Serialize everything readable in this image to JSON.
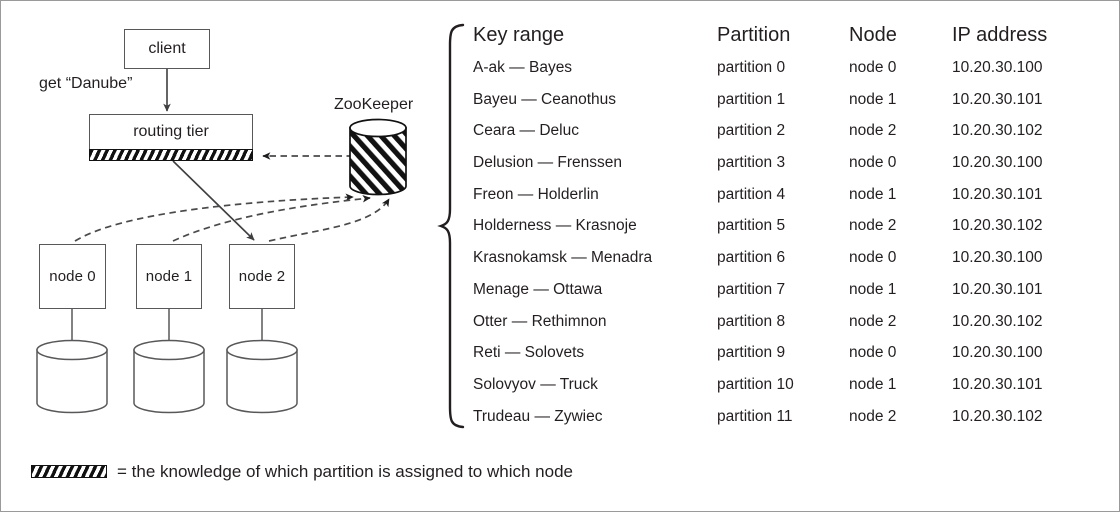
{
  "diagram": {
    "client_label": "client",
    "request_label": "get “Danube”",
    "routing_tier_label": "routing tier",
    "zookeeper_label": "ZooKeeper",
    "nodes": [
      {
        "label": "node 0"
      },
      {
        "label": "node 1"
      },
      {
        "label": "node 2"
      }
    ]
  },
  "table": {
    "headers": {
      "key_range": "Key range",
      "partition": "Partition",
      "node": "Node",
      "ip_address": "IP address"
    },
    "rows": [
      {
        "key_range": "A-ak — Bayes",
        "partition": "partition 0",
        "node": "node 0",
        "ip": "10.20.30.100"
      },
      {
        "key_range": "Bayeu — Ceanothus",
        "partition": "partition 1",
        "node": "node 1",
        "ip": "10.20.30.101"
      },
      {
        "key_range": "Ceara — Deluc",
        "partition": "partition 2",
        "node": "node 2",
        "ip": "10.20.30.102"
      },
      {
        "key_range": "Delusion — Frenssen",
        "partition": "partition 3",
        "node": "node 0",
        "ip": "10.20.30.100"
      },
      {
        "key_range": "Freon — Holderlin",
        "partition": "partition 4",
        "node": "node 1",
        "ip": "10.20.30.101"
      },
      {
        "key_range": "Holderness — Krasnoje",
        "partition": "partition 5",
        "node": "node 2",
        "ip": "10.20.30.102"
      },
      {
        "key_range": "Krasnokamsk — Menadra",
        "partition": "partition 6",
        "node": "node 0",
        "ip": "10.20.30.100"
      },
      {
        "key_range": "Menage — Ottawa",
        "partition": "partition 7",
        "node": "node 1",
        "ip": "10.20.30.101"
      },
      {
        "key_range": "Otter — Rethimnon",
        "partition": "partition 8",
        "node": "node 2",
        "ip": "10.20.30.102"
      },
      {
        "key_range": "Reti — Solovets",
        "partition": "partition 9",
        "node": "node 0",
        "ip": "10.20.30.100"
      },
      {
        "key_range": "Solovyov — Truck",
        "partition": "partition 10",
        "node": "node 1",
        "ip": "10.20.30.101"
      },
      {
        "key_range": "Trudeau — Zywiec",
        "partition": "partition 11",
        "node": "node 2",
        "ip": "10.20.30.102"
      }
    ]
  },
  "legend": {
    "text": "= the knowledge of which partition is assigned to which node"
  },
  "colors": {
    "stroke": "#58585a",
    "text": "#231f20",
    "hatch": "#111111",
    "border": "#9a9a9a"
  }
}
